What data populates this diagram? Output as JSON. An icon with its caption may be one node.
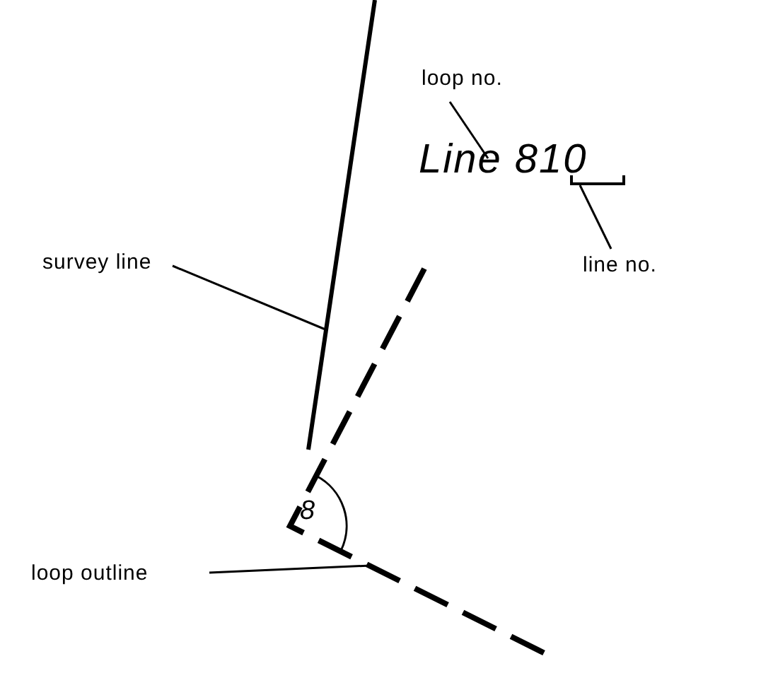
{
  "diagram": {
    "nodes": [
      {
        "text": [
          "survey line"
        ]
      },
      {
        "text": [],
        "shape": "line"
      },
      {
        "text": [
          "loop no."
        ]
      },
      {
        "text": [
          "Line 810"
        ]
      },
      {
        "text": [
          "line no."
        ]
      },
      {
        "text": [],
        "shape": "bracket"
      },
      {
        "text": [
          "loop outline"
        ]
      },
      {
        "text": [],
        "shape": "line"
      }
    ],
    "edges": [
      {
        "from": 0,
        "to": 1,
        "arrow": "none"
      },
      {
        "from": 2,
        "to": 3,
        "arrow": "none"
      },
      {
        "from": 4,
        "to": 5,
        "arrow": "none"
      },
      {
        "from": 6,
        "to": 7,
        "arrow": "none"
      }
    ],
    "labels": [
      "8"
    ]
  }
}
